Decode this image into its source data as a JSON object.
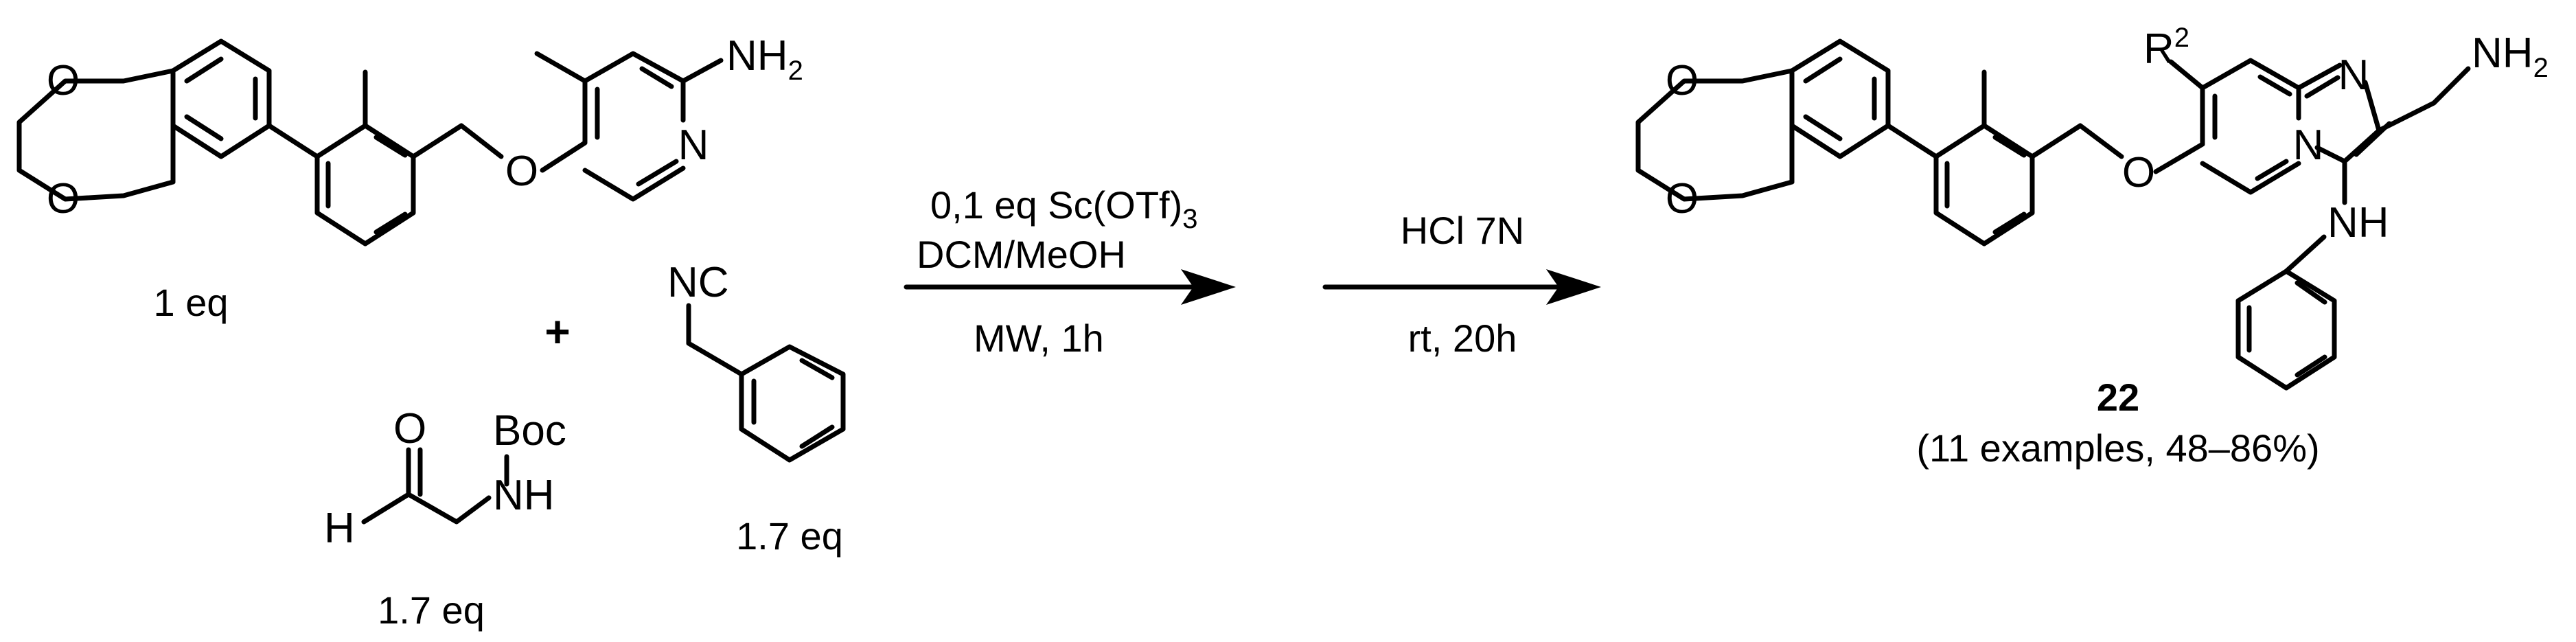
{
  "scheme": {
    "reactant_amine": {
      "label": "1 eq",
      "atoms": {
        "o_top": "O",
        "o_bottom": "O",
        "o_ether": "O",
        "n_ring": "N",
        "nh2": "NH",
        "nh2_sub": "2"
      }
    },
    "plus_sign": "+",
    "reactant_aldehyde": {
      "label": "1.7 eq",
      "atoms": {
        "o_carbonyl": "O",
        "h": "H",
        "nh": "NH",
        "boc": "Boc"
      }
    },
    "reactant_isocyanide": {
      "label": "1.7 eq",
      "atoms": {
        "nc": "NC"
      }
    },
    "step1": {
      "line1_main": "0,1 eq Sc(OTf)",
      "line1_sub": "3",
      "line2": "DCM/MeOH",
      "below": "MW, 1h"
    },
    "step2": {
      "above": "HCl 7N",
      "below": "rt, 20h"
    },
    "product": {
      "number": "22",
      "caption": "(11 examples, 48–86%)",
      "atoms": {
        "o_top": "O",
        "o_bottom": "O",
        "o_ether": "O",
        "n_ring": "N",
        "n_bridge": "N",
        "r": "R",
        "r_sup": "2",
        "nh2": "NH",
        "nh2_sub": "2",
        "nh": "NH"
      }
    }
  }
}
